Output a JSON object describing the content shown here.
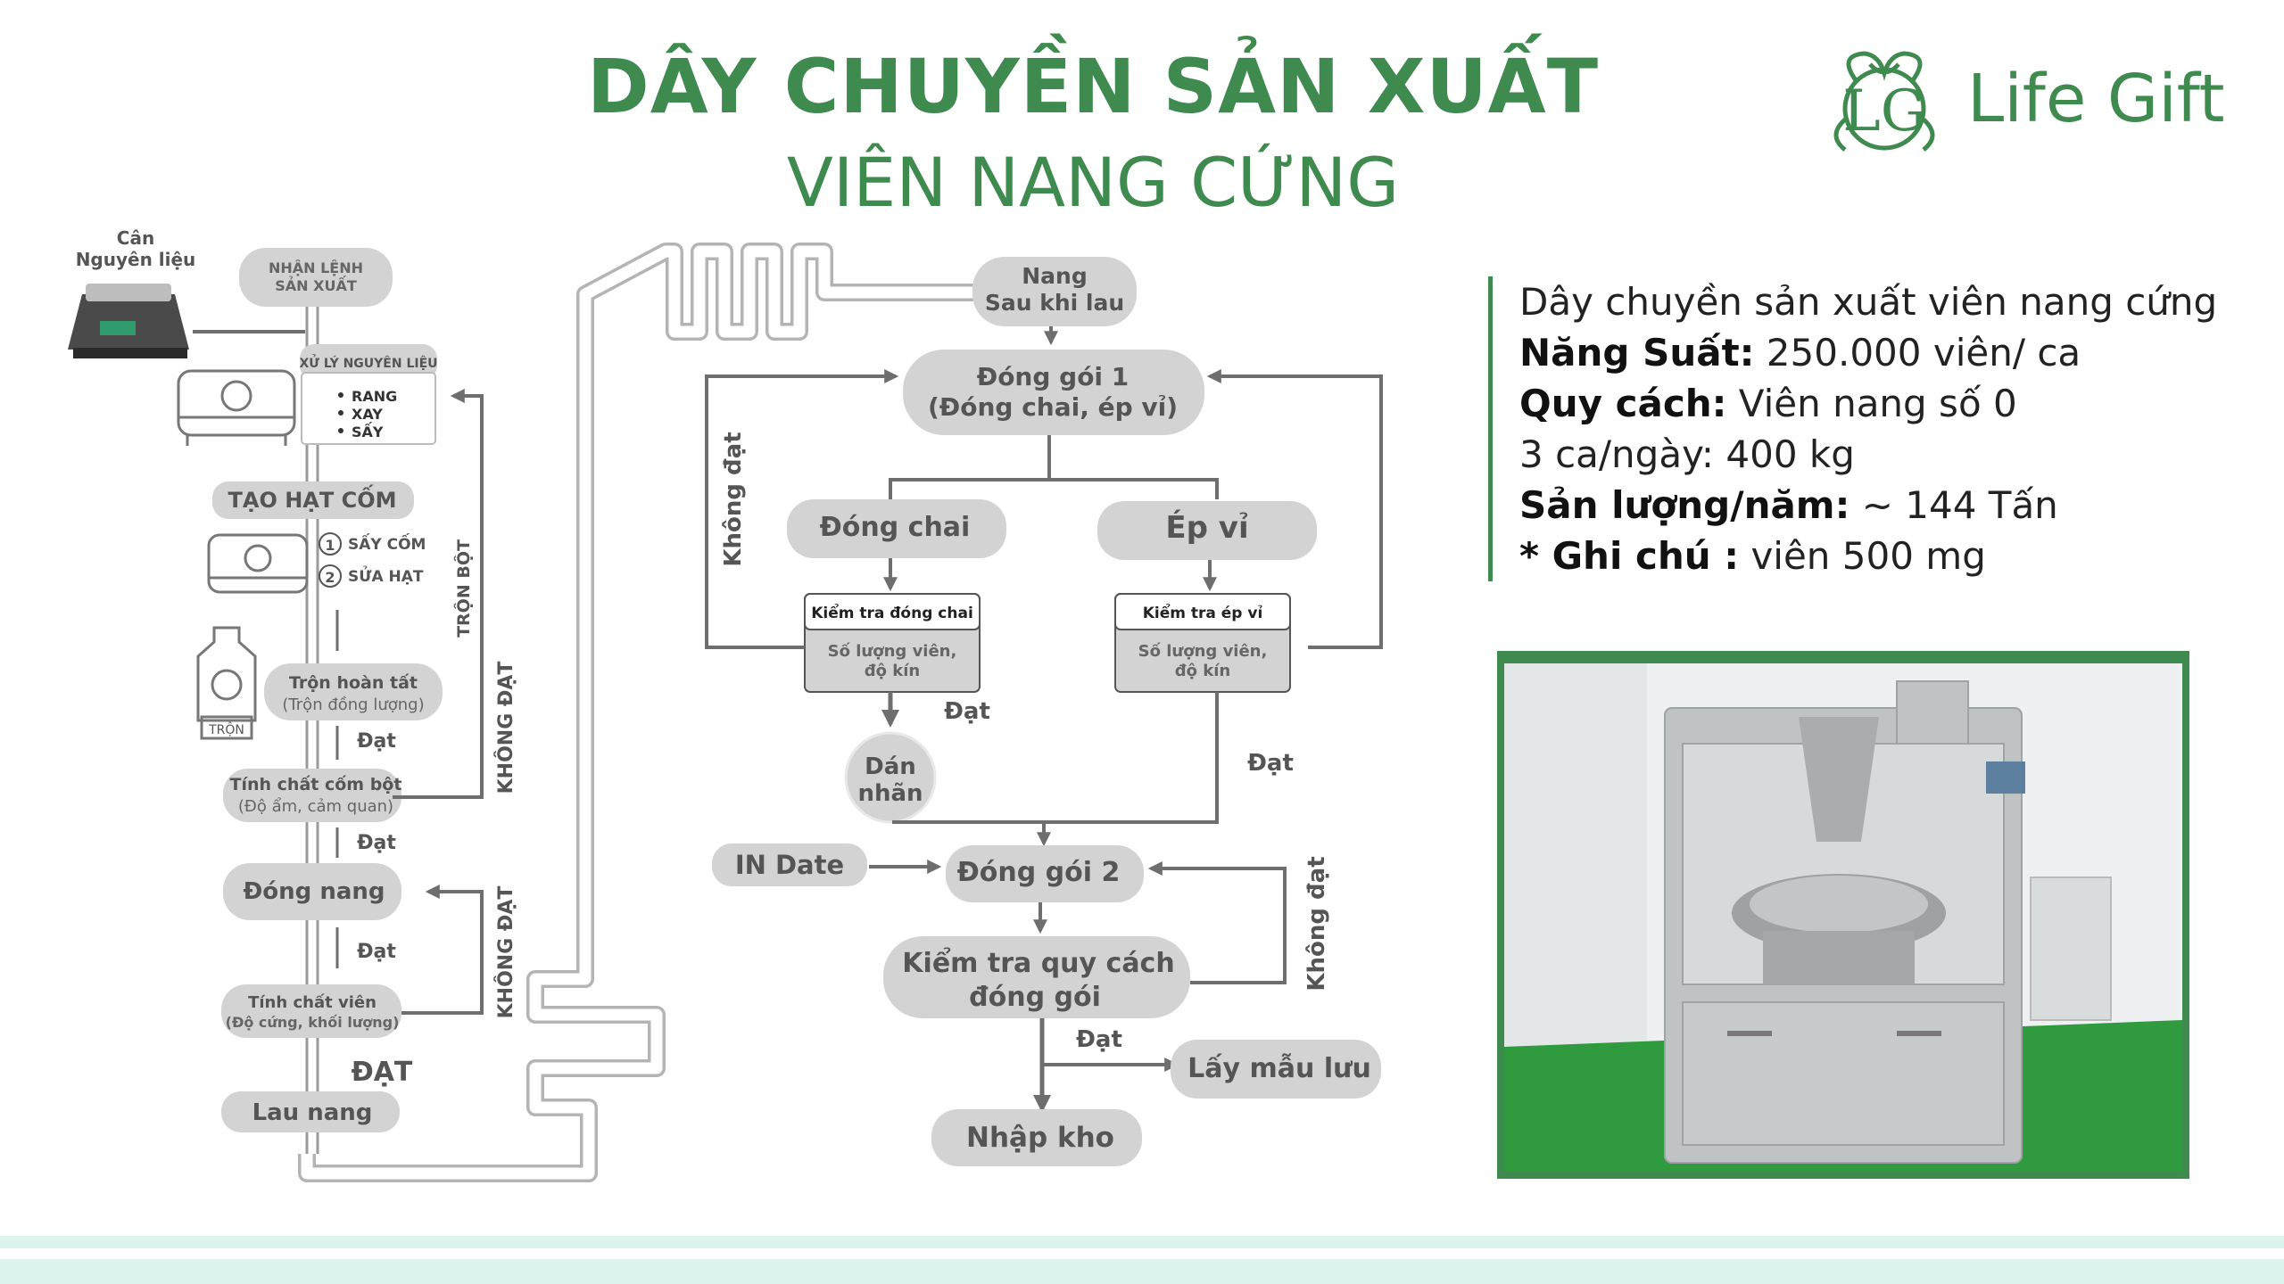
{
  "header": {
    "title": "DÂY CHUYỀN SẢN XUẤT",
    "subtitle": "VIÊN NANG CỨNG"
  },
  "logo": {
    "monogram": "LG",
    "text": "Life Gift"
  },
  "colors": {
    "brand": "#3f8a4f",
    "node": "#d3d3d3",
    "line": "#6e6e6e",
    "band": "#dcf3ee"
  },
  "left_flow": {
    "scale_label_1": "Cân",
    "scale_label_2": "Nguyên liệu",
    "receive_order_1": "NHẬN LỆNH",
    "receive_order_2": "SẢN XUẤT",
    "process_title": "XỬ LÝ NGUYÊN LIỆU",
    "process_steps": [
      "RANG",
      "XAY",
      "SẤY"
    ],
    "granulate": "TẠO HẠT CỐM",
    "granulate_steps": [
      "SẤY CỐM",
      "SỬA HẠT"
    ],
    "granulate_nums": [
      "1",
      "2"
    ],
    "mixer_label": "TRỘN",
    "mix_done_1": "Trộn hoàn tất",
    "mix_done_2": "(Trộn đồng lượng)",
    "pass": "Đạt",
    "granule_props_1": "Tính chất cốm bột",
    "granule_props_2": "(Độ ẩm, cảm quan)",
    "encapsulate": "Đóng nang",
    "capsule_props_1": "Tính chất viên",
    "capsule_props_2": "(Độ cứng, khối lượng)",
    "pass_upper": "ĐẠT",
    "polish": "Lau nang",
    "remix": "TRỘN BỘT",
    "fail_upper": "KHÔNG ĐẠT"
  },
  "right_flow": {
    "polished_1": "Nang",
    "polished_2": "Sau khi lau",
    "pack1_1": "Đóng gói 1",
    "pack1_2": "(Đóng chai, ép vỉ)",
    "fail": "Không đạt",
    "bottling": "Đóng chai",
    "blister": "Ép vỉ",
    "check_bottle_title": "Kiểm tra đóng chai",
    "check_bottle_body_1": "Số lượng viên,",
    "check_bottle_body_2": "độ kín",
    "check_blister_title": "Kiểm tra ép vỉ",
    "check_blister_body_1": "Số lượng viên,",
    "check_blister_body_2": "độ kín",
    "pass": "Đạt",
    "label_1": "Dán",
    "label_2": "nhãn",
    "in_date": "IN Date",
    "pack2": "Đóng gói 2",
    "check_spec_1": "Kiểm tra quy cách",
    "check_spec_2": "đóng gói",
    "sample": "Lấy mẫu lưu",
    "warehouse": "Nhập kho"
  },
  "info": {
    "line1": "Dây chuyền sản xuất viên nang cứng",
    "capacity_label": "Năng Suất:",
    "capacity_value": " 250.000 viên/ ca",
    "spec_label": "Quy cách:",
    "spec_value": " Viên nang số 0",
    "shifts": "3 ca/ngày: 400 kg",
    "output_label": "Sản lượng/năm:",
    "output_value": " ~ 144 Tấn",
    "note_label": "* Ghi chú :",
    "note_value": " viên 500 mg"
  }
}
